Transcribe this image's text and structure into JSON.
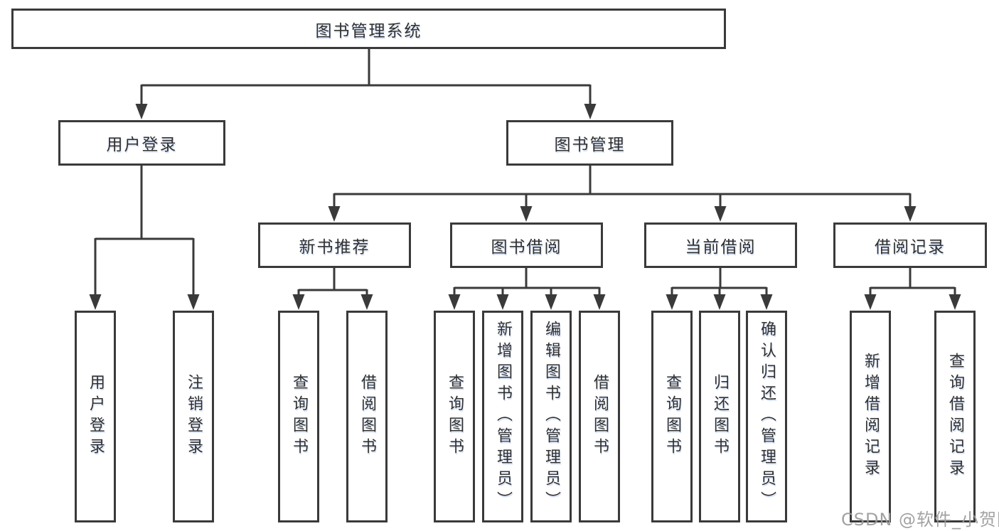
{
  "diagram_title": "图书管理系统",
  "tree": {
    "root": "图书管理系统",
    "branches": [
      {
        "label": "用户登录",
        "children": [
          "用户登录",
          "注销登录"
        ]
      },
      {
        "label": "图书管理",
        "groups": [
          {
            "label": "新书推荐",
            "children": [
              "查询图书",
              "借阅图书"
            ]
          },
          {
            "label": "图书借阅",
            "children": [
              "查询图书",
              "新增图书（管理员）",
              "编辑图书（管理员）",
              "借阅图书"
            ]
          },
          {
            "label": "当前借阅",
            "children": [
              "查询图书",
              "归还图书",
              "确认归还（管理员）"
            ]
          },
          {
            "label": "借阅记录",
            "children": [
              "新增借阅记录",
              "查询借阅记录"
            ]
          }
        ]
      }
    ]
  },
  "watermark": "CSDN @软件_小贺同学",
  "colors": {
    "line": "#3a3a3a",
    "text": "#303030",
    "box_background": "#ffffff",
    "page_background": "#ffffff",
    "watermark": "#9b9b9b"
  }
}
